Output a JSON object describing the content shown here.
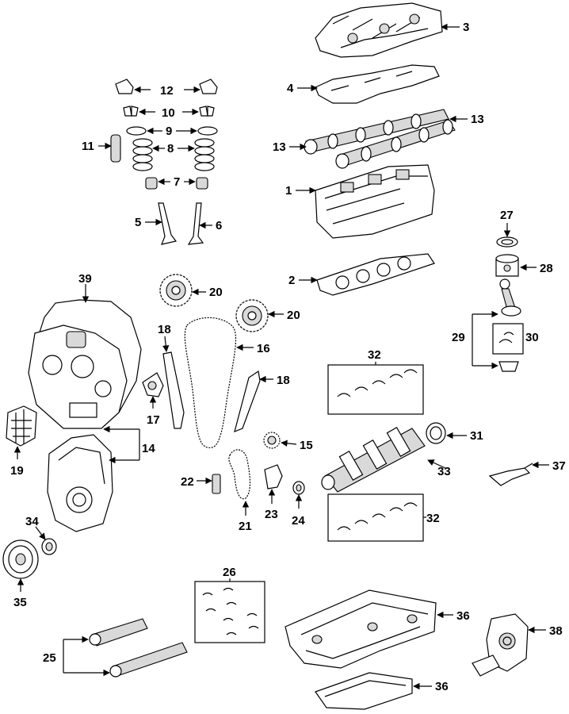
{
  "labels": {
    "l1": "1",
    "l2": "2",
    "l3": "3",
    "l4": "4",
    "l5": "5",
    "l6": "6",
    "l7": "7",
    "l8": "8",
    "l9": "9",
    "l10": "10",
    "l11": "11",
    "l12": "12",
    "l13a": "13",
    "l13b": "13",
    "l14": "14",
    "l15": "15",
    "l16": "16",
    "l17": "17",
    "l18a": "18",
    "l18b": "18",
    "l19": "19",
    "l20a": "20",
    "l20b": "20",
    "l21": "21",
    "l22": "22",
    "l23": "23",
    "l24": "24",
    "l25": "25",
    "l26": "26",
    "l27": "27",
    "l28": "28",
    "l29": "29",
    "l30": "30",
    "l31": "31",
    "l32a": "32",
    "l32b": "32",
    "l33": "33",
    "l34": "34",
    "l35": "35",
    "l36a": "36",
    "l36b": "36",
    "l37": "37",
    "l38": "38",
    "l39": "39"
  }
}
